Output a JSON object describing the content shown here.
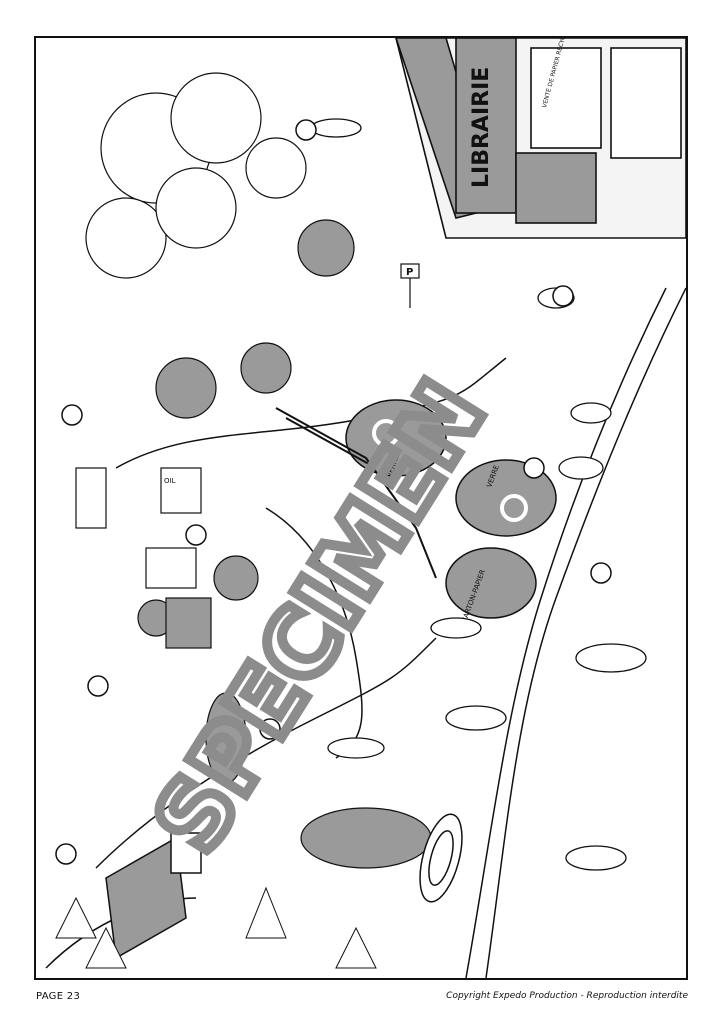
{
  "footer": {
    "page_label": "PAGE 23",
    "copyright": "Copyright Expedo Production - Reproduction interdite"
  },
  "scene": {
    "shop_sign": "LIBRAIRIE",
    "window_notice": "VENTE DE PAPIER RECYCLÉ BLANCHI SANS CHLORE",
    "container_glass_top": "VERRE",
    "container_glass_bottom": "VERRE",
    "container_paper": "CARTON-PAPIER",
    "sign_oil": "OIL",
    "parking_sign": "P",
    "watermark": "SPECIMEN"
  },
  "colors": {
    "ink": "#111111",
    "watermark": "#8c8c8c",
    "gray_fill": "#9a9a9a"
  },
  "icons": [
    "recycle-symbol-icon",
    "parking-sign-icon",
    "answer-circle-icon"
  ]
}
